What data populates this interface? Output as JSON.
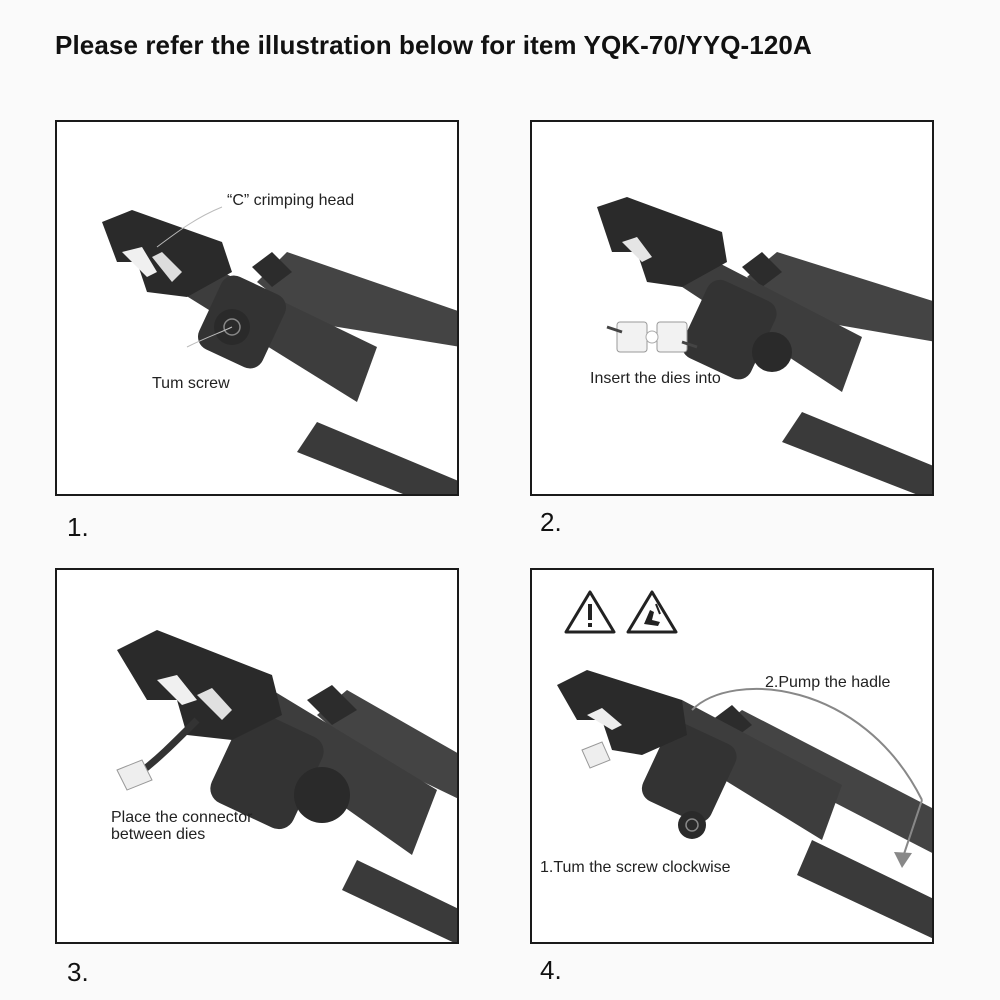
{
  "title": "Please refer the illustration below for item YQK-70/YYQ-120A",
  "steps": [
    {
      "number": "1.",
      "labels": [
        "“C” crimping head",
        "Tum screw"
      ]
    },
    {
      "number": "2.",
      "labels": [
        "Insert the dies into"
      ]
    },
    {
      "number": "3.",
      "labels": [
        "Place the connector",
        "between dies"
      ]
    },
    {
      "number": "4.",
      "labels": [
        "2.Pump the hadle",
        "1.Tum the screw clockwise"
      ]
    }
  ],
  "warning_icons": [
    "warning-triangle-icon",
    "hand-crush-warning-icon"
  ],
  "colors": {
    "tool_body": "#3d3d3d",
    "tool_dark": "#262626",
    "tool_light": "#5a5a5a",
    "die": "#e8e8e8"
  }
}
